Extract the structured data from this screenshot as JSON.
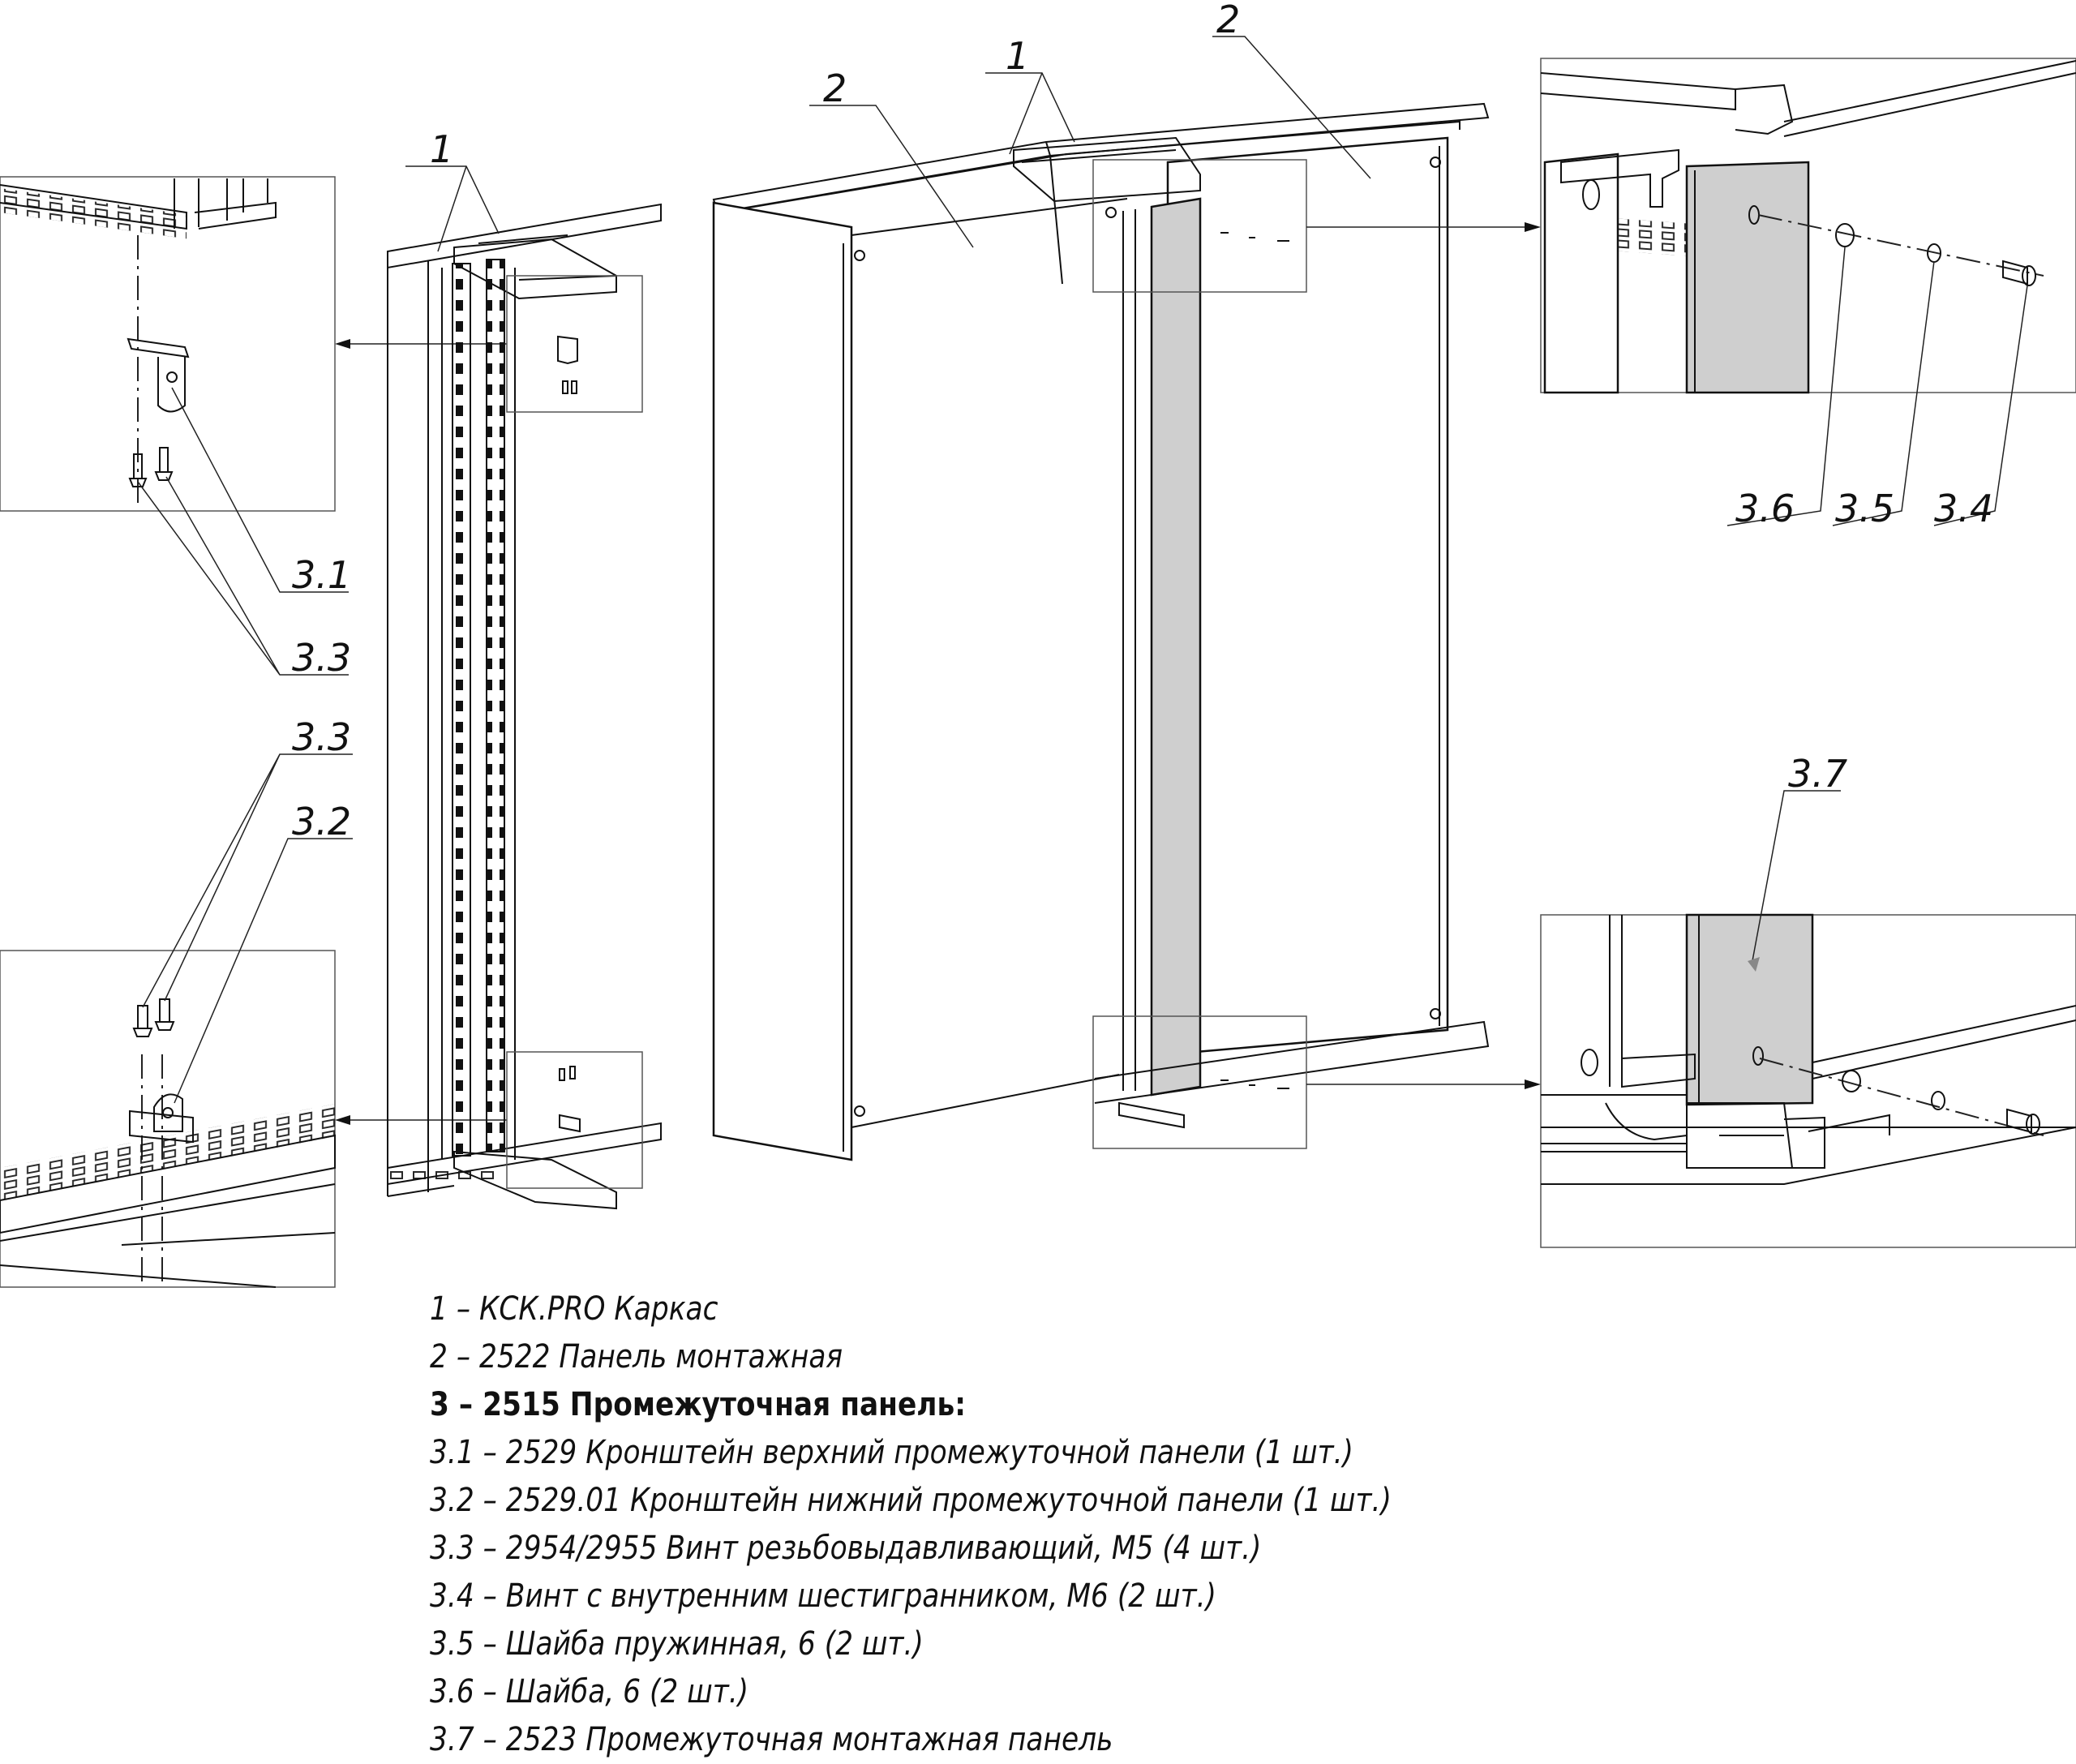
{
  "callouts": {
    "c1_mid": "1",
    "c1_right": "1",
    "c2_left": "2",
    "c2_right": "2",
    "c3_1": "3.1",
    "c3_3_top": "3.3",
    "c3_3_bottom": "3.3",
    "c3_2": "3.2",
    "c3_6": "3.6",
    "c3_5": "3.5",
    "c3_4": "3.4",
    "c3_7": "3.7"
  },
  "legend": [
    {
      "text": "1 – КСК.PRO Каркас",
      "bold": false
    },
    {
      "text": "2 – 2522 Панель монтажная",
      "bold": false
    },
    {
      "text": "3 – 2515 Промежуточная панель:",
      "bold": true
    },
    {
      "text": "3.1 – 2529 Кронштейн верхний промежуточной панели (1 шт.)",
      "bold": false
    },
    {
      "text": "3.2 – 2529.01 Кронштейн нижний промежуточной панели (1 шт.)",
      "bold": false
    },
    {
      "text": "3.3 – 2954/2955 Винт резьбовыдавливающий, М5 (4 шт.)",
      "bold": false
    },
    {
      "text": "3.4 – Винт с внутренним шестигранником, М6 (2 шт.)",
      "bold": false
    },
    {
      "text": "3.5 – Шайба пружинная, 6 (2 шт.)",
      "bold": false
    },
    {
      "text": "3.6 – Шайба, 6 (2 шт.)",
      "bold": false
    },
    {
      "text": "3.7 – 2523 Промежуточная монтажная панель",
      "bold": false
    }
  ]
}
